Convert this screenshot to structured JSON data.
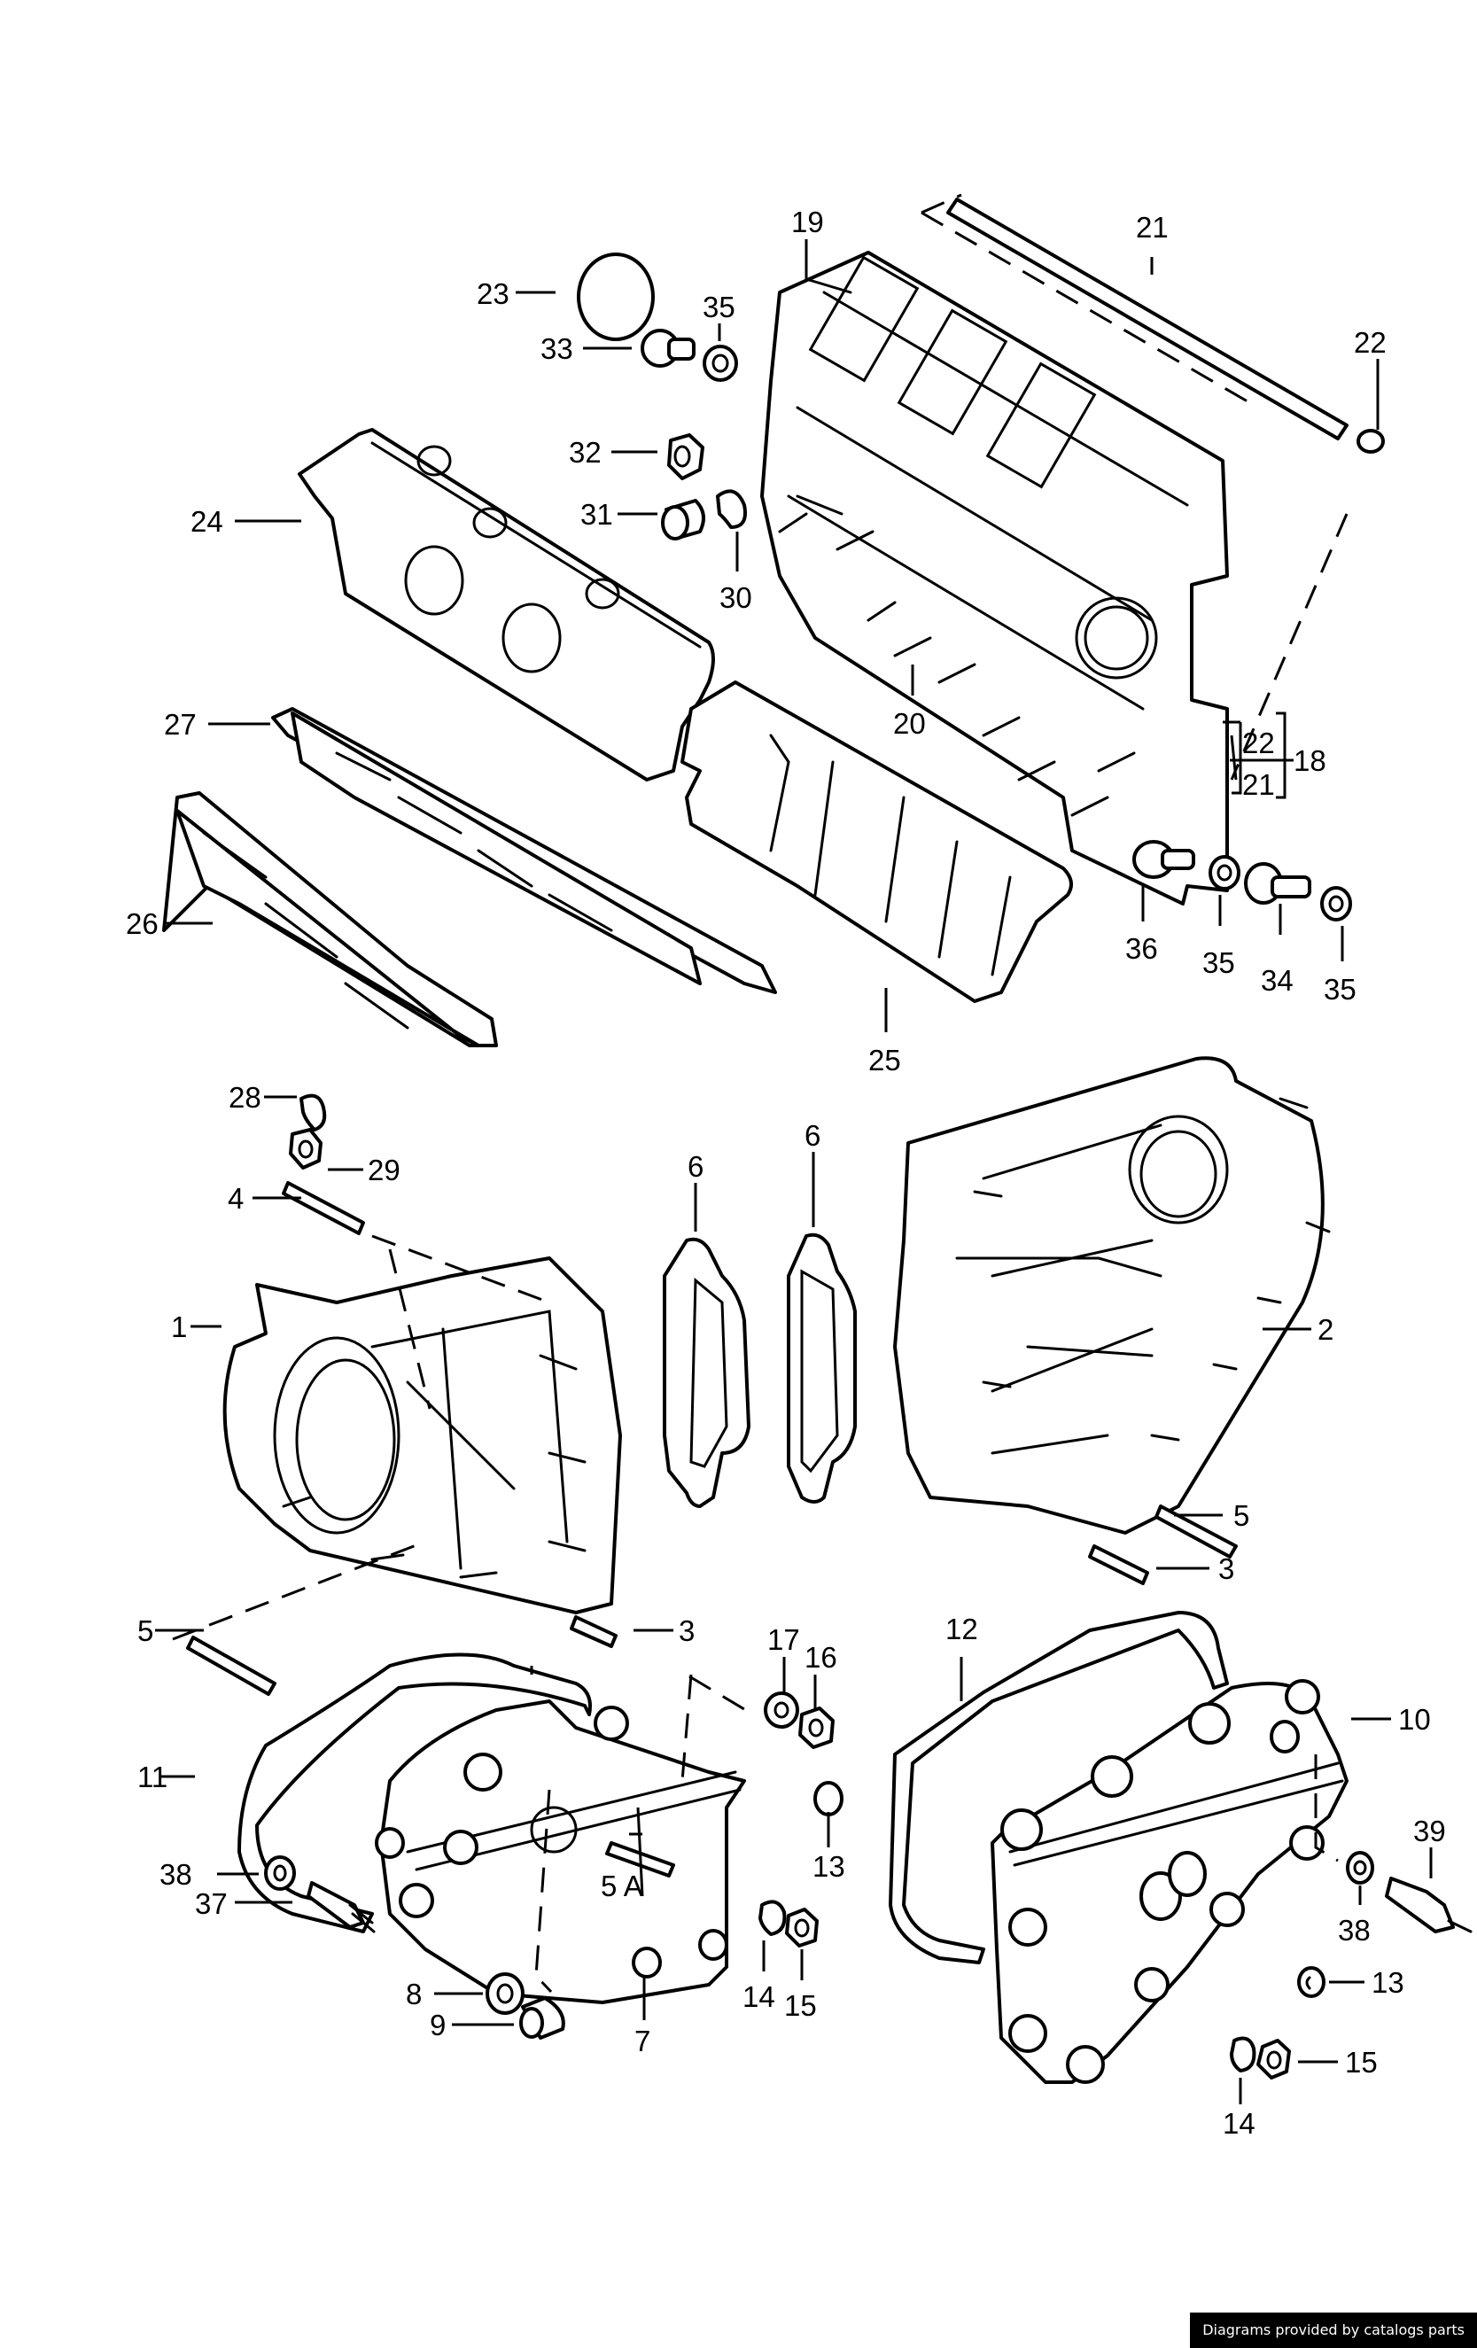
{
  "diagram": {
    "type": "exploded-parts-diagram",
    "subject": "engine valve covers, cylinder head and timing chain housings",
    "callouts": {
      "p1": "1",
      "p2": "2",
      "p3a": "3",
      "p3b": "3",
      "p4": "4",
      "p5a": "5",
      "p5b": "5",
      "p5A": "5 A",
      "p6a": "6",
      "p6b": "6",
      "p7": "7",
      "p8": "8",
      "p9": "9",
      "p10": "10",
      "p11": "11",
      "p12": "12",
      "p13a": "13",
      "p13b": "13",
      "p14a": "14",
      "p14b": "14",
      "p15a": "15",
      "p15b": "15",
      "p16": "16",
      "p17": "17",
      "p18": "18",
      "p18_top": "22",
      "p18_bottom": "21",
      "p19": "19",
      "p20": "20",
      "p21": "21",
      "p22": "22",
      "p23": "23",
      "p24": "24",
      "p25": "25",
      "p26": "26",
      "p27": "27",
      "p28": "28",
      "p29": "29",
      "p30": "30",
      "p31": "31",
      "p32": "32",
      "p33": "33",
      "p34": "34",
      "p35a": "35",
      "p35b": "35",
      "p35c": "35",
      "p36": "36",
      "p37": "37",
      "p38a": "38",
      "p38b": "38",
      "p39": "39"
    }
  },
  "watermark": "Diagrams provided by catalogs parts"
}
